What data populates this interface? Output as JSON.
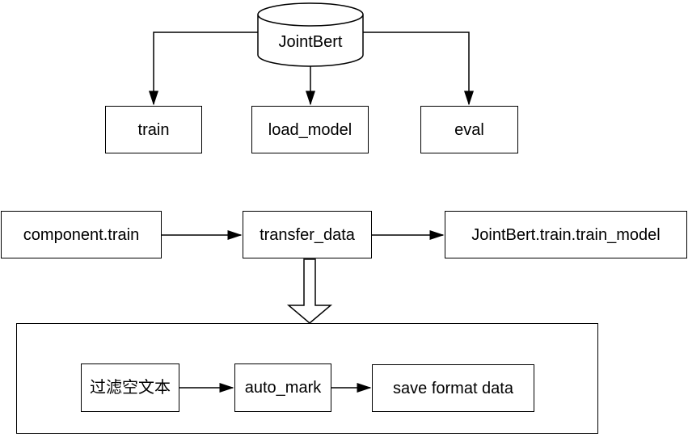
{
  "diagram": {
    "background_color": "#ffffff",
    "stroke_color": "#000000",
    "text_color": "#000000",
    "nodes": {
      "jointbert": {
        "label": "JointBert",
        "shape": "cylinder"
      },
      "train": {
        "label": "train",
        "shape": "rectangle"
      },
      "load_model": {
        "label": "load_model",
        "shape": "rectangle"
      },
      "eval": {
        "label": "eval",
        "shape": "rectangle"
      },
      "component_train": {
        "label": "component.train",
        "shape": "rectangle"
      },
      "transfer_data": {
        "label": "transfer_data",
        "shape": "rectangle"
      },
      "jointbert_train_train_model": {
        "label": "JointBert.train.train_model",
        "shape": "rectangle"
      },
      "filter_empty_text": {
        "label": "过滤空文本",
        "shape": "rectangle"
      },
      "auto_mark": {
        "label": "auto_mark",
        "shape": "rectangle"
      },
      "save_format_data": {
        "label": "save format data",
        "shape": "rectangle"
      },
      "process_container": {
        "label": "",
        "shape": "container-rectangle"
      }
    },
    "edges": [
      {
        "from": "JointBert",
        "to": "train",
        "style": "arrow"
      },
      {
        "from": "JointBert",
        "to": "load_model",
        "style": "arrow"
      },
      {
        "from": "JointBert",
        "to": "eval",
        "style": "arrow"
      },
      {
        "from": "component.train",
        "to": "transfer_data",
        "style": "arrow"
      },
      {
        "from": "transfer_data",
        "to": "JointBert.train.train_model",
        "style": "arrow"
      },
      {
        "from": "transfer_data",
        "to": "process_container",
        "style": "block-arrow"
      },
      {
        "from": "过滤空文本",
        "to": "auto_mark",
        "style": "arrow"
      },
      {
        "from": "auto_mark",
        "to": "save format data",
        "style": "arrow"
      }
    ]
  }
}
